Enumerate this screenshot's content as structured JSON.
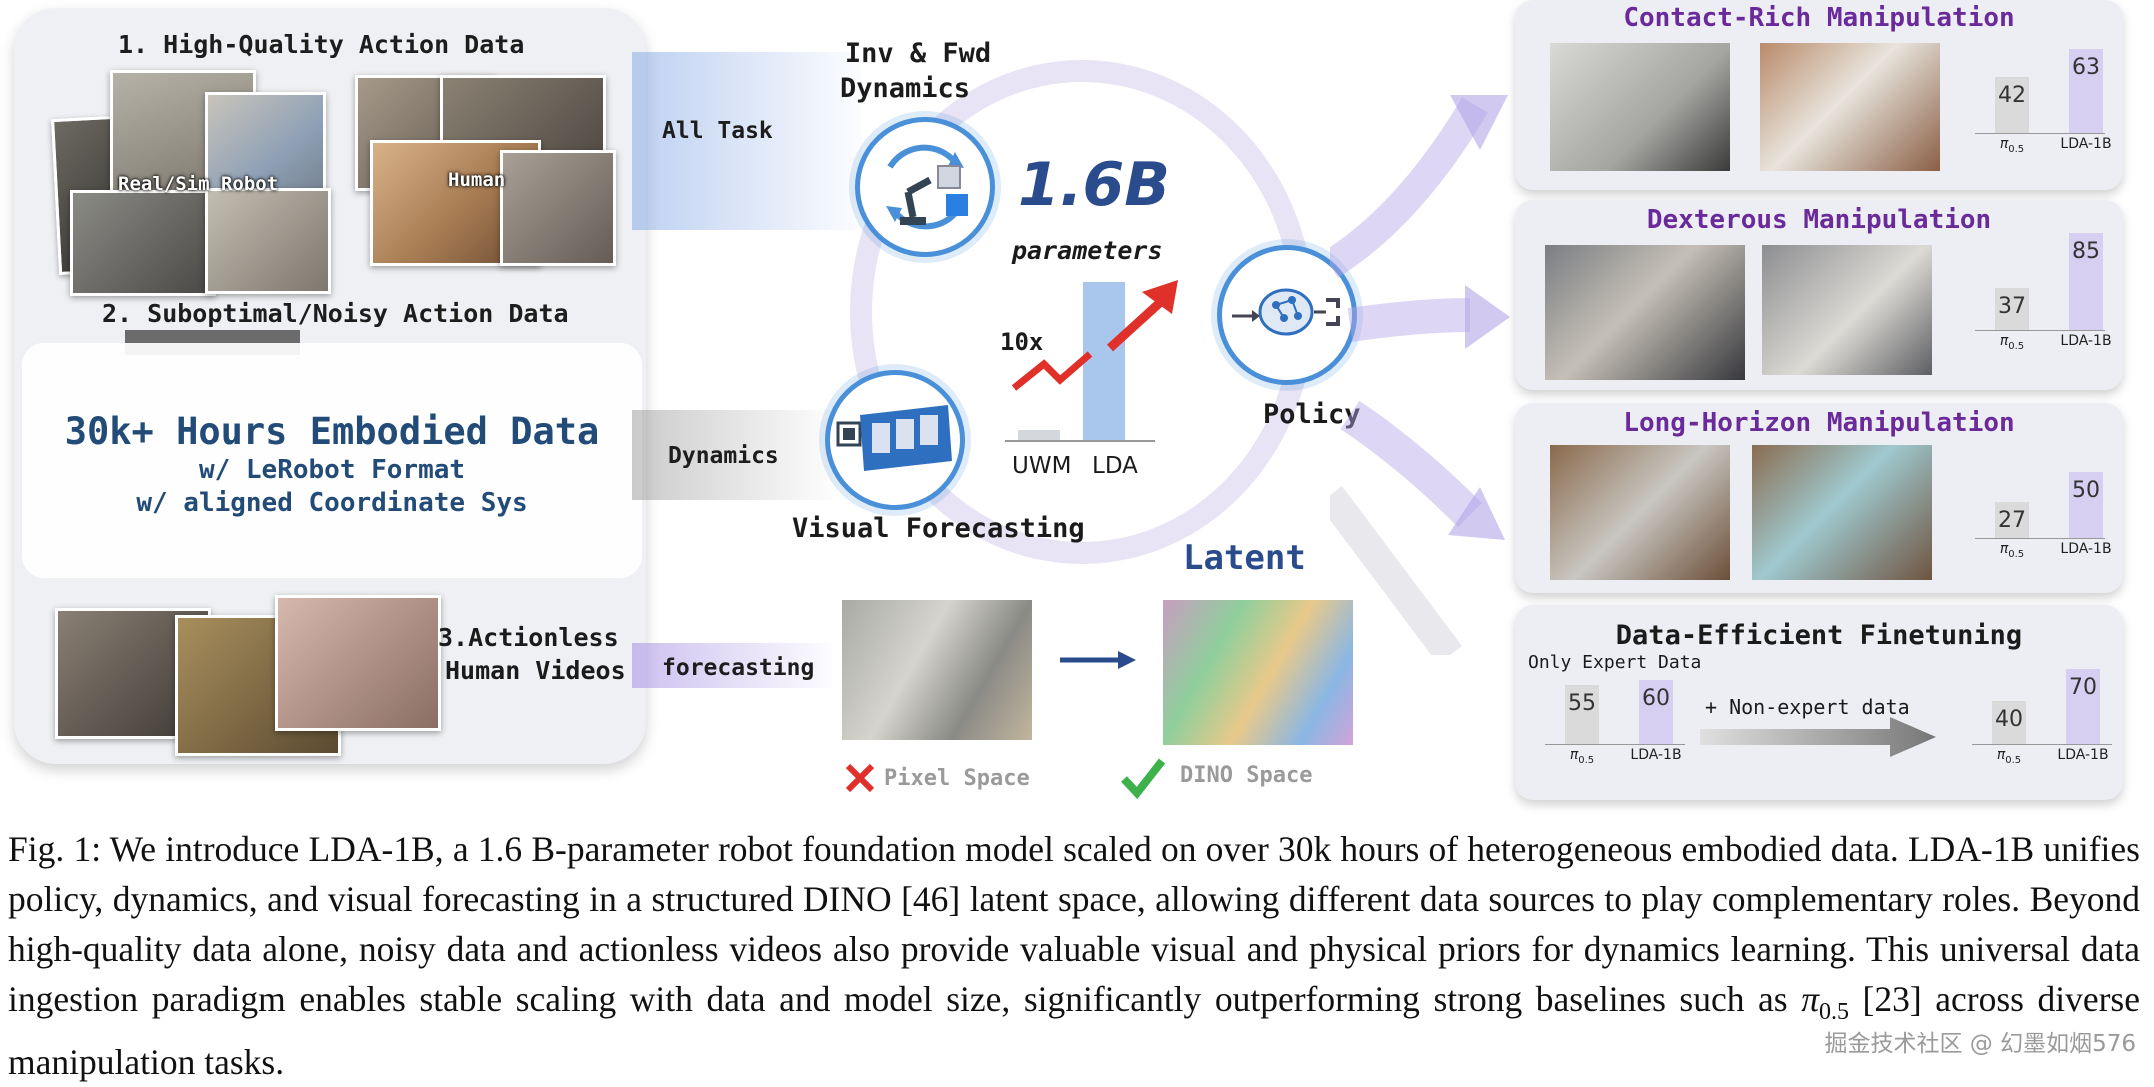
{
  "left": {
    "sec1_title": "1. High-Quality Action Data",
    "robot_label": "Real/Sim Robot",
    "human_label": "Human",
    "sec2_title": "2. Suboptimal/Noisy Action Data",
    "hours_title": "30k+ Hours Embodied Data",
    "hours_line2": "w/ LeRobot Format",
    "hours_line3": "w/ aligned Coordinate Sys",
    "sec3_line1": "3.Actionless",
    "sec3_line2": "Human Videos"
  },
  "bands": {
    "all_task": "All Task",
    "dynamics": "Dynamics",
    "forecasting": "forecasting"
  },
  "center": {
    "inv_fwd_line1": "Inv & Fwd",
    "inv_fwd_line2": "Dynamics",
    "params_value": "1.6B",
    "params_label": "parameters",
    "scale_factor": "10x",
    "cmp_bar_labels": [
      "UWM",
      "LDA"
    ],
    "policy_label": "Policy",
    "visual_forecasting_label": "Visual Forecasting",
    "latent_label": "Latent",
    "pixel_space_label": "Pixel Space",
    "dino_space_label": "DINO Space"
  },
  "right": {
    "panels": [
      {
        "title": "Contact-Rich Manipulation",
        "bars": [
          {
            "label": "π0.5",
            "value": 42
          },
          {
            "label": "LDA-1B",
            "value": 63
          }
        ]
      },
      {
        "title": "Dexterous Manipulation",
        "bars": [
          {
            "label": "π0.5",
            "value": 37
          },
          {
            "label": "LDA-1B",
            "value": 85
          }
        ]
      },
      {
        "title": "Long-Horizon Manipulation",
        "bars": [
          {
            "label": "π0.5",
            "value": 27
          },
          {
            "label": "LDA-1B",
            "value": 50
          }
        ]
      }
    ],
    "finetune": {
      "title": "Data-Efficient Finetuning",
      "expert_label": "Only Expert Data",
      "nonexpert_label": "+ Non-expert data",
      "before": [
        {
          "label": "π0.5",
          "value": 55
        },
        {
          "label": "LDA-1B",
          "value": 60
        }
      ],
      "after": [
        {
          "label": "π0.5",
          "value": 40
        },
        {
          "label": "LDA-1B",
          "value": 70
        }
      ]
    }
  },
  "caption": {
    "part1": "Fig. 1: We introduce LDA-1B, a 1.6 B-parameter robot foundation model scaled on over 30k hours of heterogeneous embodied data. LDA-1B unifies policy, dynamics, and visual forecasting in a structured DINO [46] latent space, allowing different data sources to play complementary roles. Beyond high-quality data alone, noisy data and actionless videos also provide valuable visual and physical priors for dynamics learning. This universal data ingestion paradigm enables stable scaling with data and model size, significantly outperforming strong baselines such as ",
    "pi": "π",
    "pi_sub": "0.5",
    "part2": " [23] across diverse manipulation tasks."
  },
  "watermark": "掘金技术社区 @ 幻墨如烟576"
}
